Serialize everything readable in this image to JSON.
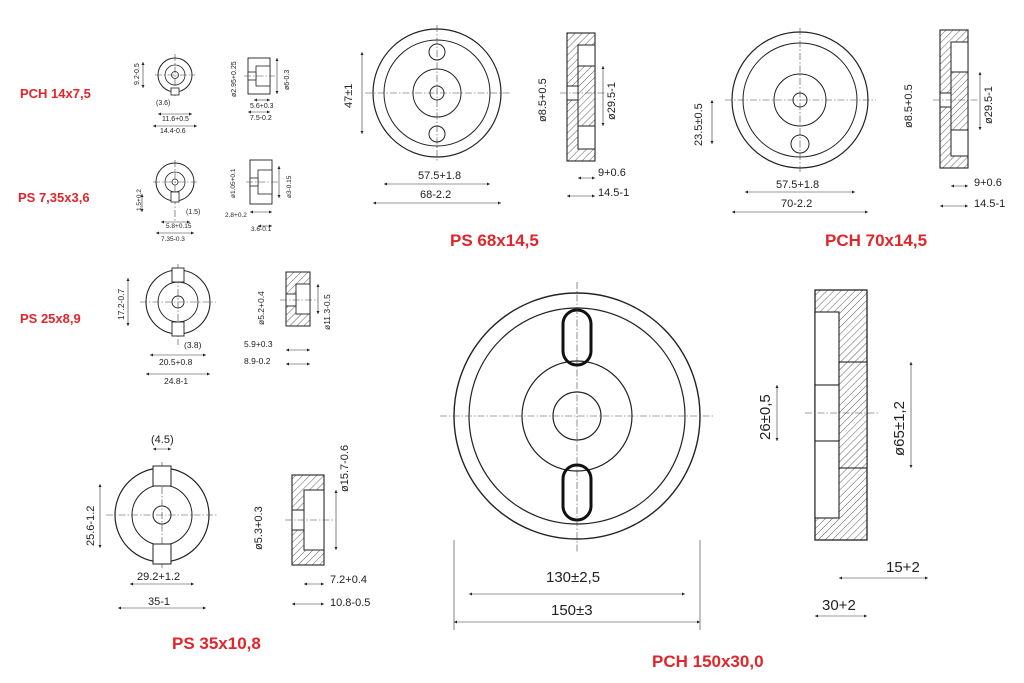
{
  "parts": [
    {
      "id": "pch14",
      "title": "PCH 14x7,5",
      "front": {
        "height": "9.2-0.5",
        "gap": "(3.6)",
        "inner": "11.6+0.5",
        "outer": "14.4-0.6"
      },
      "section": {
        "bore": "ø2.95+0.25",
        "outer_bore": "ø6-0.3",
        "depth": "5.6+0.3",
        "total": "7.5-0.2"
      }
    },
    {
      "id": "ps7",
      "title": "PS 7,35x3,6",
      "front": {
        "height": "1.5+0.2",
        "gap": "(1.5)",
        "inner": "5.8+0.15",
        "outer": "7.35-0.3"
      },
      "section": {
        "bore": "ø1.05+0.1",
        "outer_bore": "ø3-0.15",
        "depth": "2.8+0.2",
        "total": "3.6-0.1"
      }
    },
    {
      "id": "ps25",
      "title": "PS 25x8,9",
      "front": {
        "height": "17.2-0.7",
        "gap": "(3.8)",
        "inner": "20.5+0.8",
        "outer": "24.8-1"
      },
      "section": {
        "bore": "ø5.2+0.4",
        "outer_bore": "ø11.3-0.5",
        "depth": "5.9+0.3",
        "total": "8.9-0.2"
      }
    },
    {
      "id": "ps35",
      "title": "PS 35x10,8",
      "front": {
        "height": "25.6-1.2",
        "gap": "(4.5)",
        "inner": "29.2+1.2",
        "outer": "35-1"
      },
      "section": {
        "bore": "ø5.3+0.3",
        "outer_bore": "ø15.7-0.6",
        "depth": "7.2+0.4",
        "total": "10.8-0.5"
      }
    },
    {
      "id": "ps68",
      "title": "PS 68x14,5",
      "front": {
        "height": "47±1",
        "inner": "57.5+1.8",
        "outer": "68-2.2"
      },
      "section": {
        "bore": "ø8.5+0.5",
        "outer_bore": "ø29.5-1",
        "depth": "9+0.6",
        "total": "14.5-1"
      }
    },
    {
      "id": "pch70",
      "title": "PCH 70x14,5",
      "front": {
        "height": "23.5±0.5",
        "inner": "57.5+1.8",
        "outer": "70-2.2"
      },
      "section": {
        "bore": "ø8.5+0.5",
        "outer_bore": "ø29.5-1",
        "depth": "9+0.6",
        "total": "14.5-1"
      }
    },
    {
      "id": "pch150",
      "title": "PCH 150x30,0",
      "front": {
        "inner": "130±2,5",
        "outer": "150±3"
      },
      "section": {
        "bore": "26±0,5",
        "outer_bore": "ø65±1,2",
        "depth": "15+2",
        "total": "30+2"
      }
    }
  ]
}
